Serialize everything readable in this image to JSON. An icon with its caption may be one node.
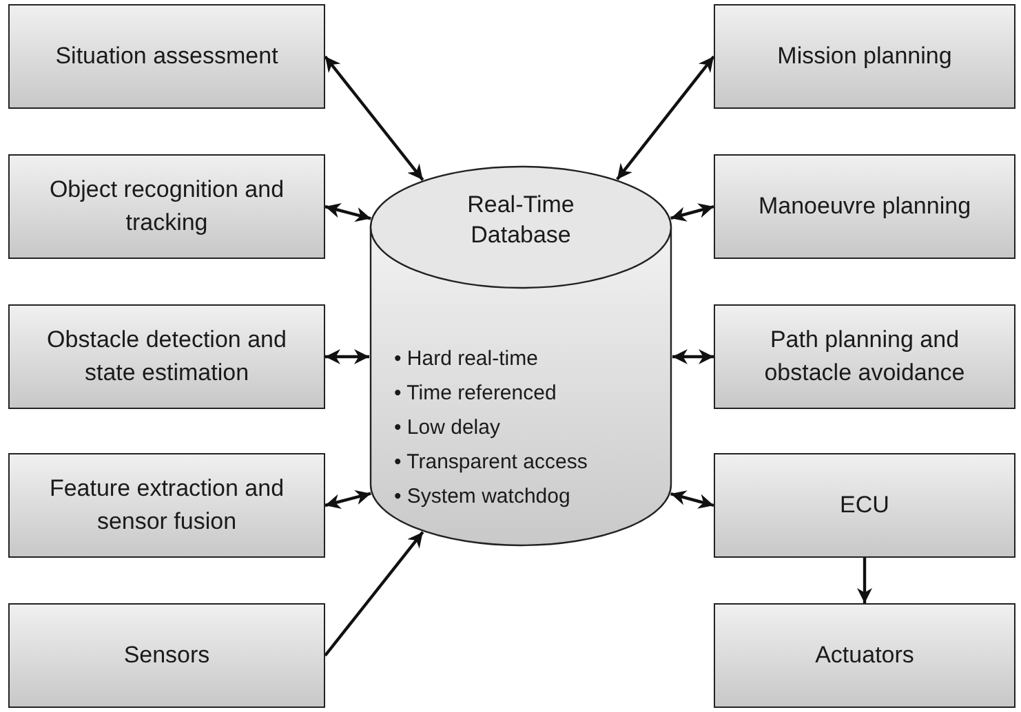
{
  "diagram": {
    "nodes": [
      {
        "text": [
          "Real-Time Database",
          "• Hard real-time",
          "• Time referenced",
          "• Low delay",
          "• Transparent access",
          "• System watchdog"
        ]
      },
      {
        "text": [
          "Situation assessment"
        ]
      },
      {
        "text": [
          "Object recognition and tracking"
        ]
      },
      {
        "text": [
          "Obstacle detection and state estimation"
        ]
      },
      {
        "text": [
          "Feature extraction and sensor fusion"
        ]
      },
      {
        "text": [
          "Sensors"
        ]
      },
      {
        "text": [
          "Mission planning"
        ]
      },
      {
        "text": [
          "Manoeuvre planning"
        ]
      },
      {
        "text": [
          "Path planning and obstacle avoidance"
        ]
      },
      {
        "text": [
          "ECU"
        ]
      },
      {
        "text": [
          "Actuators"
        ]
      }
    ],
    "edges": [
      {
        "from": 1,
        "to": 0,
        "arrow": "both"
      },
      {
        "from": 2,
        "to": 0,
        "arrow": "both"
      },
      {
        "from": 3,
        "to": 0,
        "arrow": "both"
      },
      {
        "from": 4,
        "to": 0,
        "arrow": "both"
      },
      {
        "from": 5,
        "to": 0,
        "arrow": "to"
      },
      {
        "from": 6,
        "to": 0,
        "arrow": "both"
      },
      {
        "from": 7,
        "to": 0,
        "arrow": "both"
      },
      {
        "from": 8,
        "to": 0,
        "arrow": "both"
      },
      {
        "from": 9,
        "to": 0,
        "arrow": "both"
      },
      {
        "from": 9,
        "to": 10,
        "arrow": "to"
      }
    ]
  }
}
